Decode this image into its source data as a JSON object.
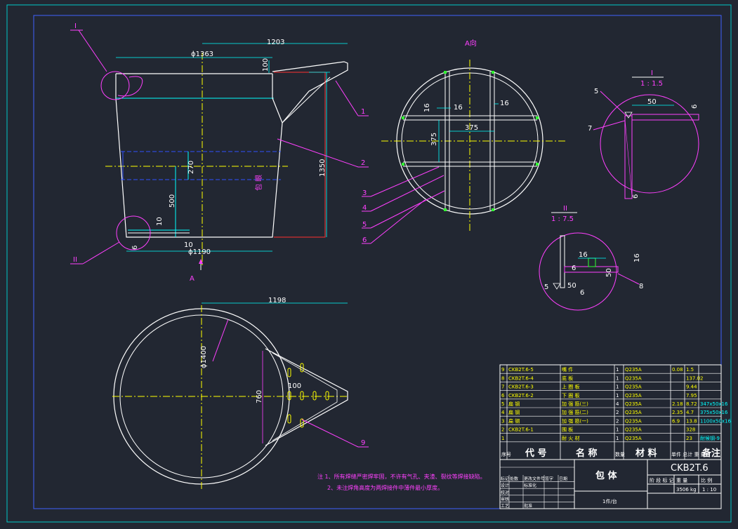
{
  "views": {
    "elevation": {
      "dims": {
        "top_diameter": "ϕ1363",
        "spout_length": "1203",
        "spout_height": "100",
        "height": "1350",
        "depth_270": "270",
        "depth_500": "500",
        "bottom_diameter": "ϕ1190",
        "dim_10a": "10",
        "dim_10b": "10",
        "dim_6": "6"
      },
      "labels": {
        "detail_I": "I",
        "detail_II": "II",
        "hole_label": "包 眼"
      },
      "leaders": [
        "1",
        "2"
      ]
    },
    "plan": {
      "section_mark": "A",
      "dims": {
        "span": "1198",
        "diameter": "ϕ1400",
        "width": "760",
        "hole": "100"
      },
      "leader": "9"
    },
    "section_A": {
      "title": "A向",
      "dims": {
        "grid": "375",
        "grid_v": "375",
        "bar_a": "16",
        "bar_b": "16",
        "bar_c": "16"
      },
      "leaders": [
        "3",
        "4",
        "5",
        "6"
      ]
    },
    "detail_I": {
      "title": "I",
      "scale": "1 : 1.5",
      "dims": {
        "w": "50",
        "t": "6",
        "t2": "6"
      },
      "leaders": {
        "weld": "5",
        "part": "7"
      }
    },
    "detail_II": {
      "title": "II",
      "scale": "1 : 7.5",
      "dims": {
        "a": "16",
        "b": "16",
        "c": "50",
        "d": "50",
        "e": "6",
        "f": "6"
      },
      "leaders": {
        "weld": "5",
        "part": "8"
      }
    }
  },
  "notes": [
    "注 1、所有焊缝严密焊牢固，不许有气孔、夹渣、裂纹等焊接缺陷。",
    "2、未注焊角高度为两焊接件中薄件最小厚度。"
  ],
  "parts_table": {
    "rows": [
      {
        "no": "9",
        "code": "CKB2T.6-5",
        "name": "嘴 件",
        "qty": "1",
        "material": "Q235A",
        "unit": "0.08",
        "total": "1.5",
        "remark": ""
      },
      {
        "no": "8",
        "code": "CKB2T.6-4",
        "name": "底 板",
        "qty": "1",
        "material": "Q235A",
        "unit": "",
        "total": "137.02",
        "remark": ""
      },
      {
        "no": "7",
        "code": "CKB2T.6-3",
        "name": "上 圈 板",
        "qty": "1",
        "material": "Q235A",
        "unit": "",
        "total": "9.44",
        "remark": ""
      },
      {
        "no": "6",
        "code": "CKB2T.6-2",
        "name": "下 圈 板",
        "qty": "1",
        "material": "Q235A",
        "unit": "",
        "total": "7.95",
        "remark": ""
      },
      {
        "no": "5",
        "code": "扁 钢",
        "name": "加 强 筋(三)",
        "qty": "4",
        "material": "Q235A",
        "unit": "2.18",
        "total": "8.72",
        "remark": "347x50x16"
      },
      {
        "no": "4",
        "code": "扁 钢",
        "name": "加 强 筋(二)",
        "qty": "2",
        "material": "Q235A",
        "unit": "2.35",
        "total": "4.7",
        "remark": "375x50x16"
      },
      {
        "no": "3",
        "code": "扁 钢",
        "name": "加 强 筋(一)",
        "qty": "2",
        "material": "Q235A",
        "unit": "6.9",
        "total": "13.8",
        "remark": "1100x50x16"
      },
      {
        "no": "2",
        "code": "CKB2T.6-1",
        "name": "围 板",
        "qty": "1",
        "material": "Q235A",
        "unit": "",
        "total": "328",
        "remark": ""
      },
      {
        "no": "1",
        "code": "",
        "name": "耐 火 材",
        "qty": "1",
        "material": "Q235A",
        "unit": "",
        "total": "23",
        "remark": "耐候钢-9"
      }
    ],
    "header": {
      "no": "序号",
      "code": "代 号",
      "name": "名 称",
      "qty": "数量",
      "material": "材 料",
      "weight": "单件 总计 重 量",
      "remark": "备注"
    }
  },
  "title_block": {
    "drawing_no": "CKB2T.6",
    "part_name": "包 体",
    "quantity": "1件/台",
    "weight": "3506 kg",
    "scale": "1 : 10",
    "stage_label": "阶 段 标 记",
    "weight_label": "重 量",
    "scale_label": "比 例",
    "rows": [
      {
        "c1": "标记",
        "c2": "处数",
        "c3": "更改文件号",
        "c4": "签字",
        "c5": "日期"
      },
      {
        "c1": "设计",
        "c2": "",
        "c3": "标准化",
        "c4": "",
        "c5": ""
      },
      {
        "c1": "校对",
        "c2": "",
        "c3": "",
        "c4": "",
        "c5": ""
      },
      {
        "c1": "审核",
        "c2": "",
        "c3": "",
        "c4": "",
        "c5": ""
      },
      {
        "c1": "工艺",
        "c2": "",
        "c3": "批准",
        "c4": "",
        "c5": ""
      }
    ]
  },
  "colors": {
    "background": "#222732",
    "outline": "#ffffff",
    "center": "#ffff00",
    "cyan": "#00ffff",
    "magenta": "#ff40ff",
    "red": "#ff3030",
    "blue": "#3050ff",
    "green": "#30ff30",
    "frame": "#00c8c8"
  }
}
